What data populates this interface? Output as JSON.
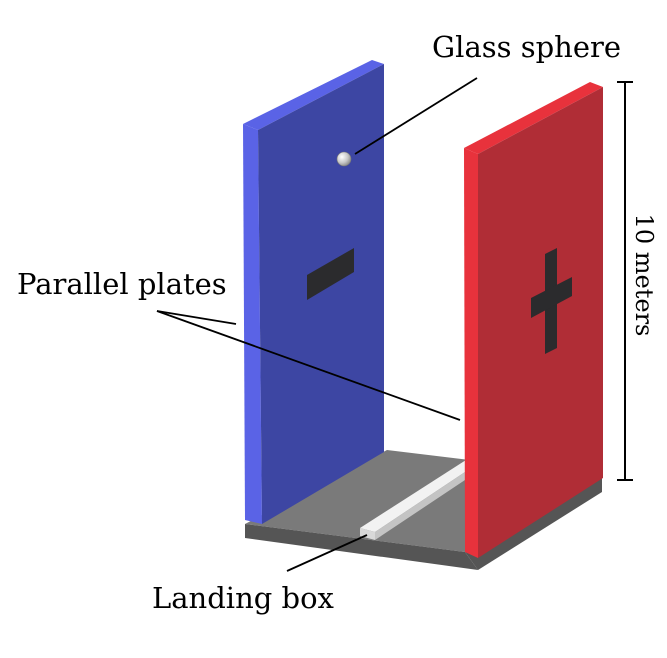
{
  "labels": {
    "glass_sphere": "Glass sphere",
    "parallel_plates": "Parallel plates",
    "landing_box": "Landing box",
    "height": "10 meters"
  },
  "colors": {
    "negative_plate_face": "#3d46a3",
    "negative_plate_edge": "#5a63e6",
    "positive_plate_face": "#b02d36",
    "positive_plate_edge": "#e8323c",
    "floor_top": "#7a7a7a",
    "floor_side": "#555555",
    "sign": "#2b2b2d",
    "landing_box": "#f2f2f2"
  },
  "icons": {
    "negative_sign": "minus-sign-icon",
    "positive_sign": "plus-sign-icon"
  }
}
